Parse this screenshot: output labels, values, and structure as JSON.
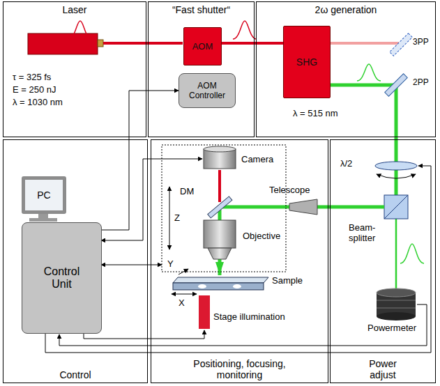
{
  "diagram": {
    "nodes": [
      {
        "text": [
          "Laser"
        ]
      },
      {
        "text": [
          "“Fast shutter“"
        ]
      },
      {
        "text": [
          "2ω generation"
        ]
      },
      {
        "text": [
          "Control"
        ]
      },
      {
        "text": [
          "Positioning, focusing, monitoring"
        ]
      },
      {
        "text": [
          "Power adjust"
        ]
      },
      {
        "text": [
          "AOM"
        ],
        "in": 1
      },
      {
        "text": [
          "AOM Controller"
        ],
        "in": 1
      },
      {
        "text": [
          "SHG"
        ],
        "in": 2
      },
      {
        "text": [
          "PC"
        ],
        "in": 3
      },
      {
        "text": [
          "Control Unit"
        ],
        "in": 3
      }
    ],
    "edges": [
      {
        "from": 10,
        "to": 7,
        "arrow": "to"
      },
      {
        "from": 6,
        "to": 8,
        "arrow": "none"
      }
    ],
    "labels": [
      "τ = 325 fs",
      "E = 250 nJ",
      "λ = 1030 nm",
      "λ = 515 nm",
      "3PP",
      "2PP",
      "Camera",
      "DM",
      "Z",
      "Objective",
      "Telescope",
      "Beam-splitter",
      "λ/2",
      "Sample",
      "Y",
      "X",
      "Stage illumination",
      "Powermeter"
    ]
  }
}
